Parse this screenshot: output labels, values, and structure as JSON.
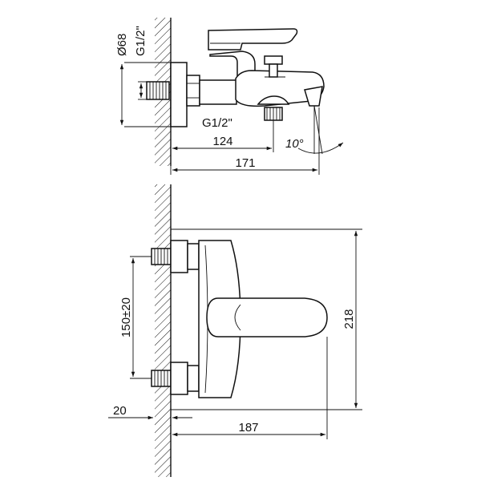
{
  "side_view": {
    "diameter_label": "Ø68",
    "thread_label_vertical": "G1/2\"",
    "thread_label_outlet": "G1/2\"",
    "depth_label": "124",
    "length_label": "171",
    "angle_label": "10°"
  },
  "front_view": {
    "centers_label": "150±20",
    "height_label": "218",
    "wall_offset_label": "20",
    "width_label": "187"
  }
}
